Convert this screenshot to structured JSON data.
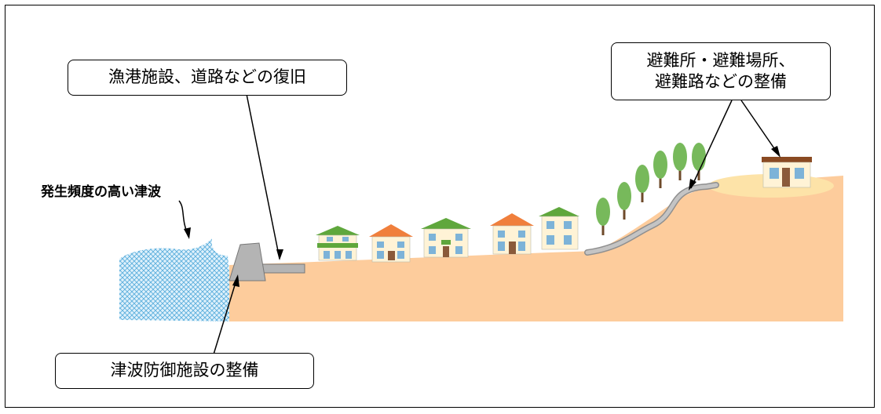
{
  "labels": {
    "harbor_callout": "漁港施設、道路などの復旧",
    "evac_callout_line1": "避難所・避難場所、",
    "evac_callout_line2": "避難路などの整備",
    "tsunami_label": "発生頻度の高い津波",
    "defense_callout": "津波防御施設の整備"
  },
  "colors": {
    "ground": "#fdcc9c",
    "evac_area": "#fde3a8",
    "sea": "#7ec4e8",
    "seawall": "#b4b4b4",
    "road": "#a7a7a7",
    "tree": "#77b95b",
    "roof_green": "#5fa73c",
    "roof_orange": "#f07f3c",
    "wall": "#fff3d6"
  }
}
